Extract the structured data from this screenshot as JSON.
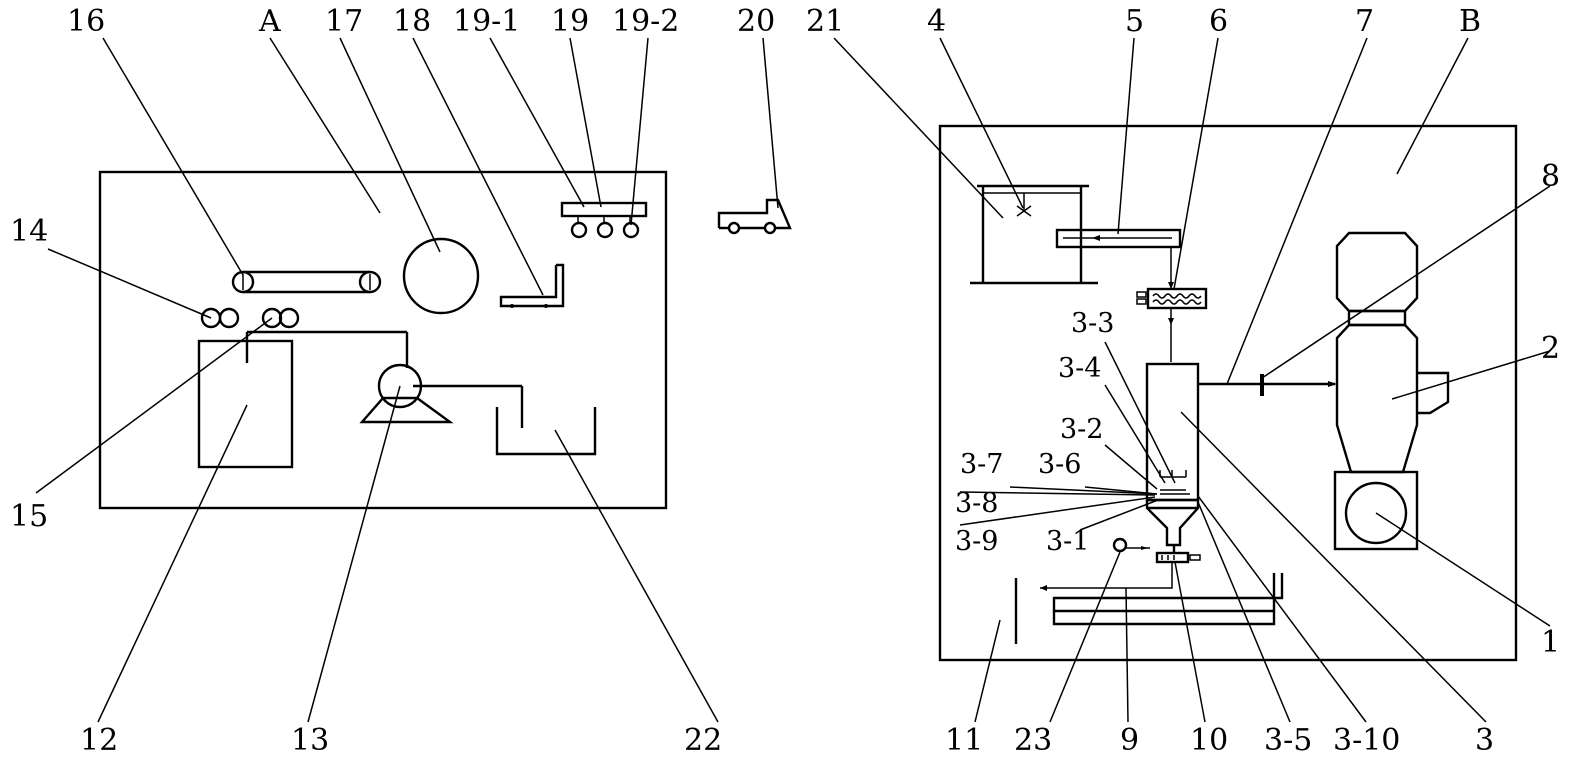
{
  "labels": {
    "n16": "16",
    "nA": "A",
    "n17": "17",
    "n18": "18",
    "n19_1": "19-1",
    "n19": "19",
    "n19_2": "19-2",
    "n20": "20",
    "n21": "21",
    "n4": "4",
    "n5": "5",
    "n6": "6",
    "n7": "7",
    "nB": "B",
    "n8": "8",
    "n14": "14",
    "n2": "2",
    "n15": "15",
    "n3_3": "3-3",
    "n3_4": "3-4",
    "n3_2": "3-2",
    "n3_7": "3-7",
    "n3_6": "3-6",
    "n3_8": "3-8",
    "n3_9": "3-9",
    "n3_1": "3-1",
    "n1": "1",
    "n12": "12",
    "n13": "13",
    "n22": "22",
    "n11": "11",
    "n23": "23",
    "n9": "9",
    "n10": "10",
    "n3_5": "3-5",
    "n3_10": "3-10",
    "n3": "3"
  }
}
